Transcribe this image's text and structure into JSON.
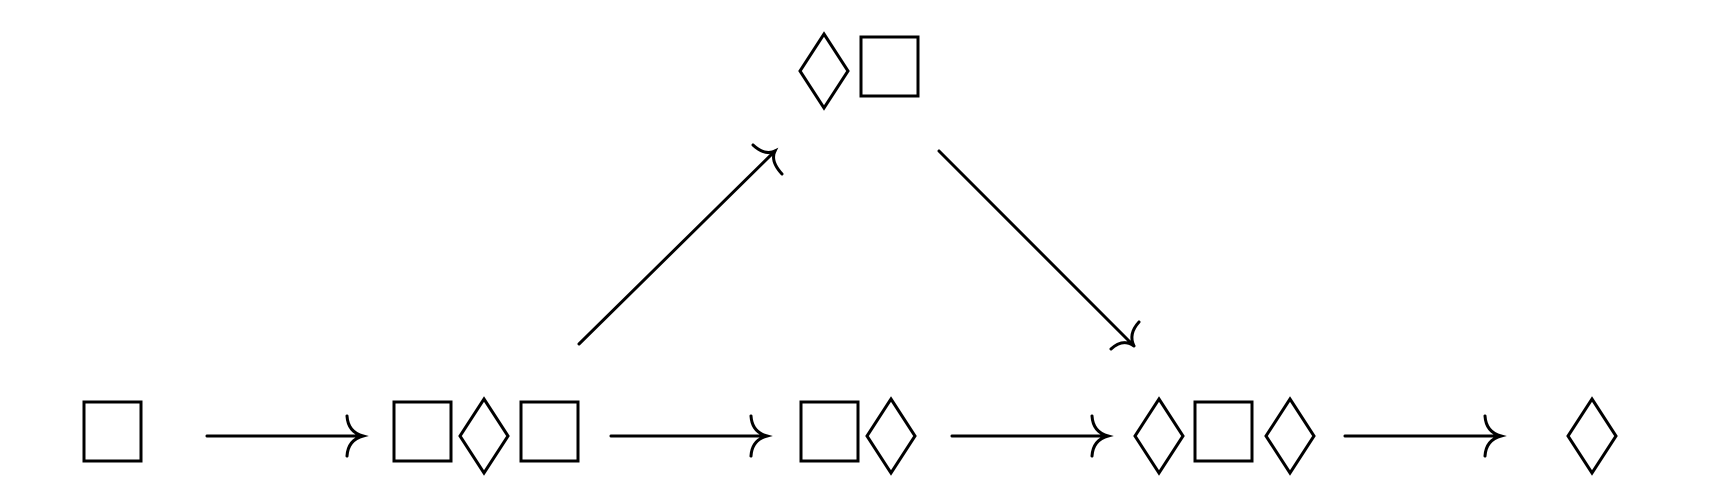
{
  "diagram": {
    "description_nodes": [
      {
        "id": "n1",
        "sequence": [
          "square"
        ]
      },
      {
        "id": "n2",
        "sequence": [
          "square",
          "diamond",
          "square"
        ]
      },
      {
        "id": "n3",
        "sequence": [
          "square",
          "diamond"
        ]
      },
      {
        "id": "n4",
        "sequence": [
          "diamond",
          "square",
          "diamond"
        ]
      },
      {
        "id": "n5",
        "sequence": [
          "diamond"
        ]
      },
      {
        "id": "n6",
        "sequence": [
          "diamond",
          "square"
        ]
      }
    ],
    "edges": [
      {
        "from": "n1",
        "to": "n2"
      },
      {
        "from": "n2",
        "to": "n3"
      },
      {
        "from": "n3",
        "to": "n4"
      },
      {
        "from": "n4",
        "to": "n5"
      },
      {
        "from": "n2",
        "to": "n6"
      },
      {
        "from": "n6",
        "to": "n4"
      }
    ],
    "stroke_color": "#000000",
    "background_color": "#ffffff"
  }
}
